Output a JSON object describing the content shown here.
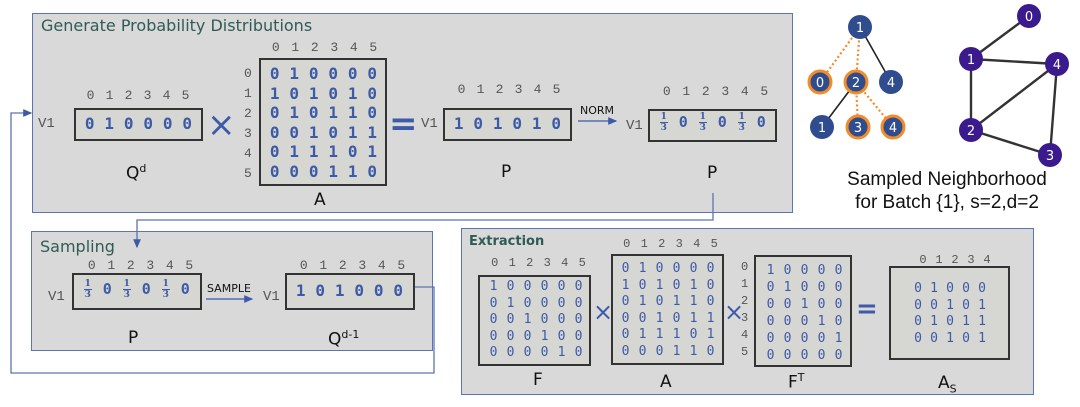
{
  "colors": {
    "panel_bg": "#d9d9d9",
    "panel_border": "#5b74b3",
    "value_blue": "#3d5aa8",
    "node_fill": "#2f4c8f",
    "node_fill_purple": "#3a1a8c",
    "sample_orange": "#f28c28",
    "title_green": "#2f5b55"
  },
  "generate_panel": {
    "title": "Generate Probability Distributions",
    "qd": {
      "col_indices": [
        "0",
        "1",
        "2",
        "3",
        "4",
        "5"
      ],
      "row_label": "V1",
      "values": [
        "0",
        "1",
        "0",
        "0",
        "0",
        "0"
      ],
      "label": "Q",
      "label_sup": "d"
    },
    "times_symbol": "×",
    "adjacency": {
      "col_indices": [
        "0",
        "1",
        "2",
        "3",
        "4",
        "5"
      ],
      "row_indices": [
        "0",
        "1",
        "2",
        "3",
        "4",
        "5"
      ],
      "rows": [
        [
          "0",
          "1",
          "0",
          "0",
          "0",
          "0"
        ],
        [
          "1",
          "0",
          "1",
          "0",
          "1",
          "0"
        ],
        [
          "0",
          "1",
          "0",
          "1",
          "1",
          "0"
        ],
        [
          "0",
          "0",
          "1",
          "0",
          "1",
          "1"
        ],
        [
          "0",
          "1",
          "1",
          "1",
          "0",
          "1"
        ],
        [
          "0",
          "0",
          "0",
          "1",
          "1",
          "0"
        ]
      ],
      "label": "A"
    },
    "equals_symbol": "=",
    "p_raw": {
      "col_indices": [
        "0",
        "1",
        "2",
        "3",
        "4",
        "5"
      ],
      "row_label": "V1",
      "values": [
        "1",
        "0",
        "1",
        "0",
        "1",
        "0"
      ],
      "label": "P"
    },
    "norm_arrow_label": "NORM",
    "p_norm": {
      "col_indices": [
        "0",
        "1",
        "2",
        "3",
        "4",
        "5"
      ],
      "row_label": "V1",
      "values": [
        "1/3",
        "0",
        "1/3",
        "0",
        "1/3",
        "0"
      ],
      "label": "P"
    }
  },
  "sampling_panel": {
    "title": "Sampling",
    "p": {
      "col_indices": [
        "0",
        "1",
        "2",
        "3",
        "4",
        "5"
      ],
      "row_label": "V1",
      "values": [
        "1/3",
        "0",
        "1/3",
        "0",
        "1/3",
        "0"
      ],
      "label": "P"
    },
    "sample_arrow_label": "SAMPLE",
    "q_next": {
      "col_indices": [
        "0",
        "1",
        "2",
        "3",
        "4",
        "5"
      ],
      "row_label": "V1",
      "values": [
        "1",
        "0",
        "1",
        "0",
        "0",
        "0"
      ],
      "label": "Q",
      "label_sup": "d-1"
    }
  },
  "extraction_panel": {
    "title": "Extraction",
    "f": {
      "col_indices": [
        "0",
        "1",
        "2",
        "3",
        "4",
        "5"
      ],
      "rows": [
        [
          "1",
          "0",
          "0",
          "0",
          "0",
          "0"
        ],
        [
          "0",
          "1",
          "0",
          "0",
          "0",
          "0"
        ],
        [
          "0",
          "0",
          "1",
          "0",
          "0",
          "0"
        ],
        [
          "0",
          "0",
          "0",
          "1",
          "0",
          "0"
        ],
        [
          "0",
          "0",
          "0",
          "0",
          "1",
          "0"
        ]
      ],
      "label": "F"
    },
    "times_symbol": "×",
    "a": {
      "col_indices": [
        "0",
        "1",
        "2",
        "3",
        "4",
        "5"
      ],
      "rows": [
        [
          "0",
          "1",
          "0",
          "0",
          "0",
          "0"
        ],
        [
          "1",
          "0",
          "1",
          "0",
          "1",
          "0"
        ],
        [
          "0",
          "1",
          "0",
          "1",
          "1",
          "0"
        ],
        [
          "0",
          "0",
          "1",
          "0",
          "1",
          "1"
        ],
        [
          "0",
          "1",
          "1",
          "1",
          "0",
          "1"
        ],
        [
          "0",
          "0",
          "0",
          "1",
          "1",
          "0"
        ]
      ],
      "label": "A"
    },
    "ft": {
      "row_indices": [
        "0",
        "1",
        "2",
        "3",
        "4",
        "5"
      ],
      "rows": [
        [
          "1",
          "0",
          "0",
          "0",
          "0"
        ],
        [
          "0",
          "1",
          "0",
          "0",
          "0"
        ],
        [
          "0",
          "0",
          "1",
          "0",
          "0"
        ],
        [
          "0",
          "0",
          "0",
          "1",
          "0"
        ],
        [
          "0",
          "0",
          "0",
          "0",
          "1"
        ],
        [
          "0",
          "0",
          "0",
          "0",
          "0"
        ]
      ],
      "label": "F",
      "label_sup": "T"
    },
    "equals_symbol": "=",
    "as": {
      "col_indices": [
        "0",
        "1",
        "2",
        "3",
        "4"
      ],
      "rows": [
        [
          "0",
          "1",
          "0",
          "0",
          "0"
        ],
        [
          "0",
          "0",
          "1",
          "0",
          "1"
        ],
        [
          "0",
          "1",
          "0",
          "1",
          "1"
        ],
        [
          "0",
          "0",
          "1",
          "0",
          "1"
        ]
      ],
      "label": "A",
      "label_sub": "S"
    }
  },
  "sampling_tree": {
    "nodes": [
      {
        "id": "1",
        "level": 0,
        "sampled": false
      },
      {
        "id": "0",
        "level": 1,
        "sampled": true
      },
      {
        "id": "2",
        "level": 1,
        "sampled": true
      },
      {
        "id": "4",
        "level": 1,
        "sampled": false
      },
      {
        "id": "1",
        "level": 2,
        "sampled": false
      },
      {
        "id": "3",
        "level": 2,
        "sampled": true
      },
      {
        "id": "4",
        "level": 2,
        "sampled": true
      }
    ],
    "edges": [
      {
        "from": 0,
        "to": 1,
        "sampled": true
      },
      {
        "from": 0,
        "to": 2,
        "sampled": true
      },
      {
        "from": 0,
        "to": 3,
        "sampled": false
      },
      {
        "from": 2,
        "to": 4,
        "sampled": false
      },
      {
        "from": 2,
        "to": 5,
        "sampled": true
      },
      {
        "from": 2,
        "to": 6,
        "sampled": true
      }
    ]
  },
  "graph": {
    "nodes": [
      "0",
      "1",
      "2",
      "3",
      "4"
    ],
    "edges": [
      [
        "0",
        "1"
      ],
      [
        "1",
        "4"
      ],
      [
        "1",
        "2"
      ],
      [
        "2",
        "4"
      ],
      [
        "2",
        "3"
      ],
      [
        "3",
        "4"
      ]
    ]
  },
  "caption": {
    "line1": "Sampled Neighborhood",
    "line2": "for Batch {1}, s=2,d=2"
  }
}
